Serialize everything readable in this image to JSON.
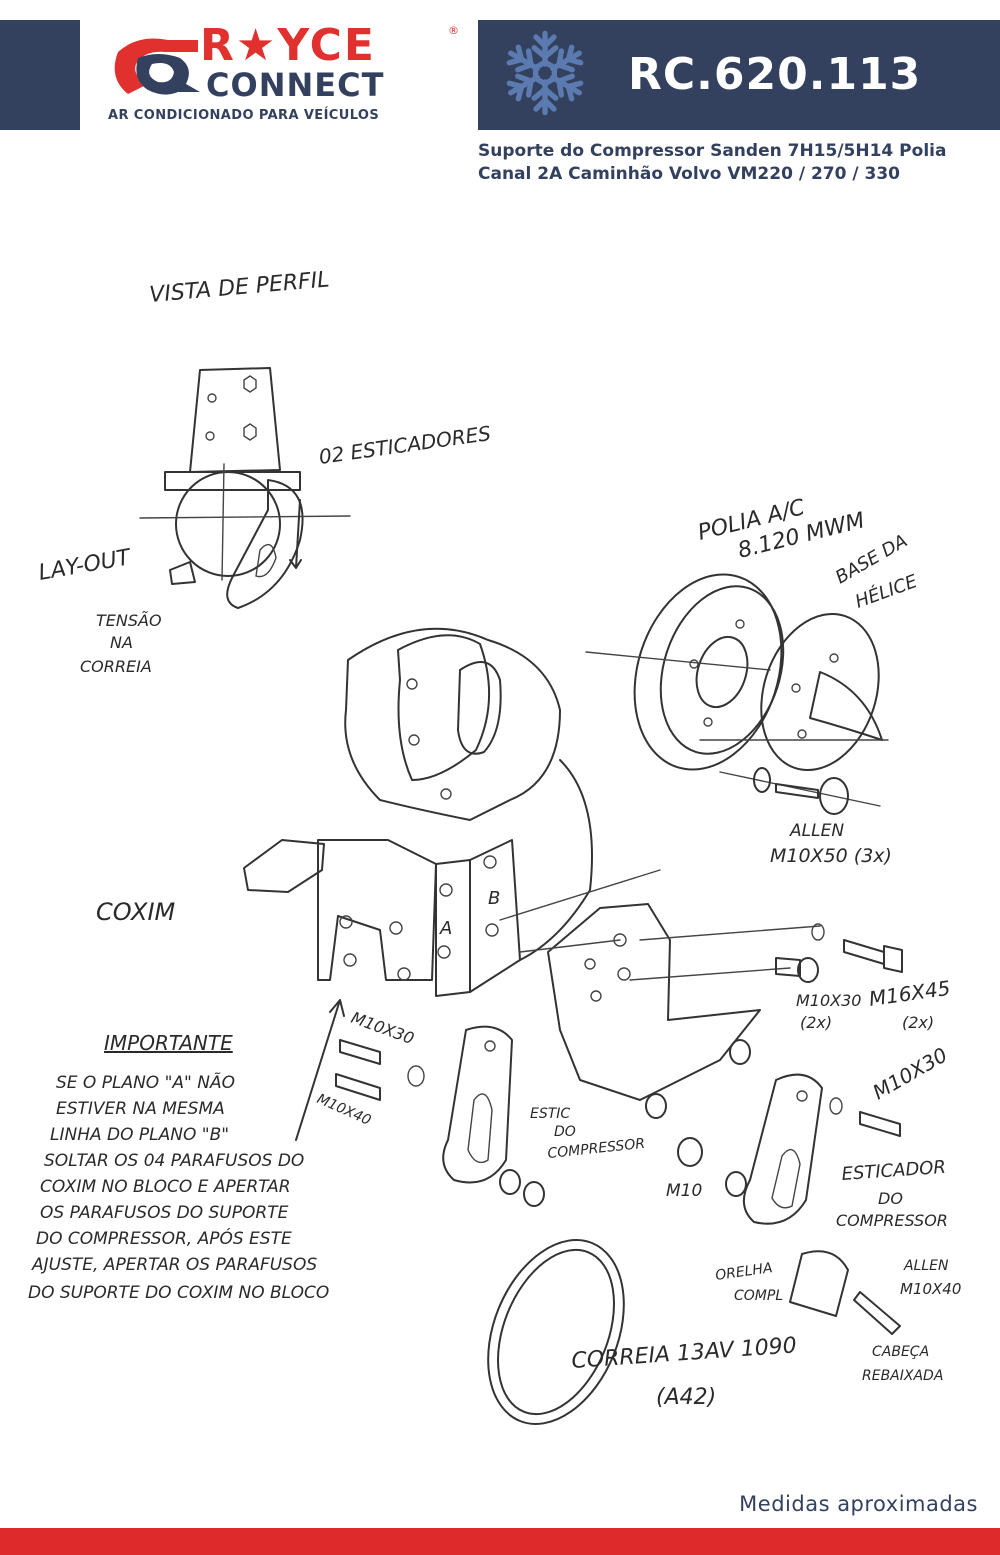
{
  "brand": {
    "name_top": "R★YCE",
    "name_bottom": "CONNECT",
    "registered": "®",
    "tagline": "AR CONDICIONADO PARA VEÍCULOS",
    "colors": {
      "navy": "#33415f",
      "red": "#df2a2c",
      "snowflake": "#5b7ab0"
    }
  },
  "header": {
    "code": "RC.620.113",
    "icon": "snowflake-icon"
  },
  "subtitle": {
    "line1": "Suporte do Compressor Sanden 7H15/5H14 Polia",
    "line2": "Canal 2A Caminhão Volvo VM220 / 270 / 330"
  },
  "drawing": {
    "labels": {
      "vista_perfil": "VISTA DE PERFIL",
      "esticadores": "02 ESTICADORES",
      "layout": "LAY-OUT",
      "tensao1": "TENSÃO",
      "tensao2": "NA",
      "tensao3": "CORREIA",
      "polia1": "POLIA A/C",
      "polia2": "8.120 MWM",
      "base1": "BASE DA",
      "base2": "HÉLICE",
      "allen1": "ALLEN",
      "allen2": "M10X50 (3x)",
      "coxim": "COXIM",
      "plano_a": "A",
      "plano_b": "B",
      "m10x30_a": "M10X30",
      "m10x40": "M10X40",
      "m10x30_2x": "M10X30",
      "qty_2x_a": "(2x)",
      "m16x45": "M16X45",
      "qty_2x_b": "(2x)",
      "m10x30_b": "M10X30",
      "estic_comp1": "ESTIC",
      "estic_comp2": "DO",
      "estic_comp3": "COMPRESSOR",
      "m10": "M10",
      "esticador1": "ESTICADOR",
      "esticador2": "DO",
      "esticador3": "COMPRESSOR",
      "orelha1": "ORELHA",
      "orelha2": "COMPL",
      "allen_b1": "ALLEN",
      "allen_b2": "M10X40",
      "cabeca1": "CABEÇA",
      "cabeca2": "REBAIXADA",
      "correia1": "CORREIA 13AV 1090",
      "correia2": "(A42)",
      "importante_title": "IMPORTANTE",
      "importante": [
        "SE O PLANO \"A\" NÃO",
        "ESTIVER NA MESMA",
        "LINHA DO PLANO \"B\"",
        "SOLTAR OS 04 PARAFUSOS DO",
        "COXIM NO BLOCO E APERTAR",
        "OS PARAFUSOS DO SUPORTE",
        "DO COMPRESSOR, APÓS ESTE",
        "AJUSTE, APERTAR OS PARAFUSOS",
        "DO SUPORTE DO COXIM NO BLOCO"
      ]
    }
  },
  "footer": {
    "note": "Medidas aproximadas"
  }
}
